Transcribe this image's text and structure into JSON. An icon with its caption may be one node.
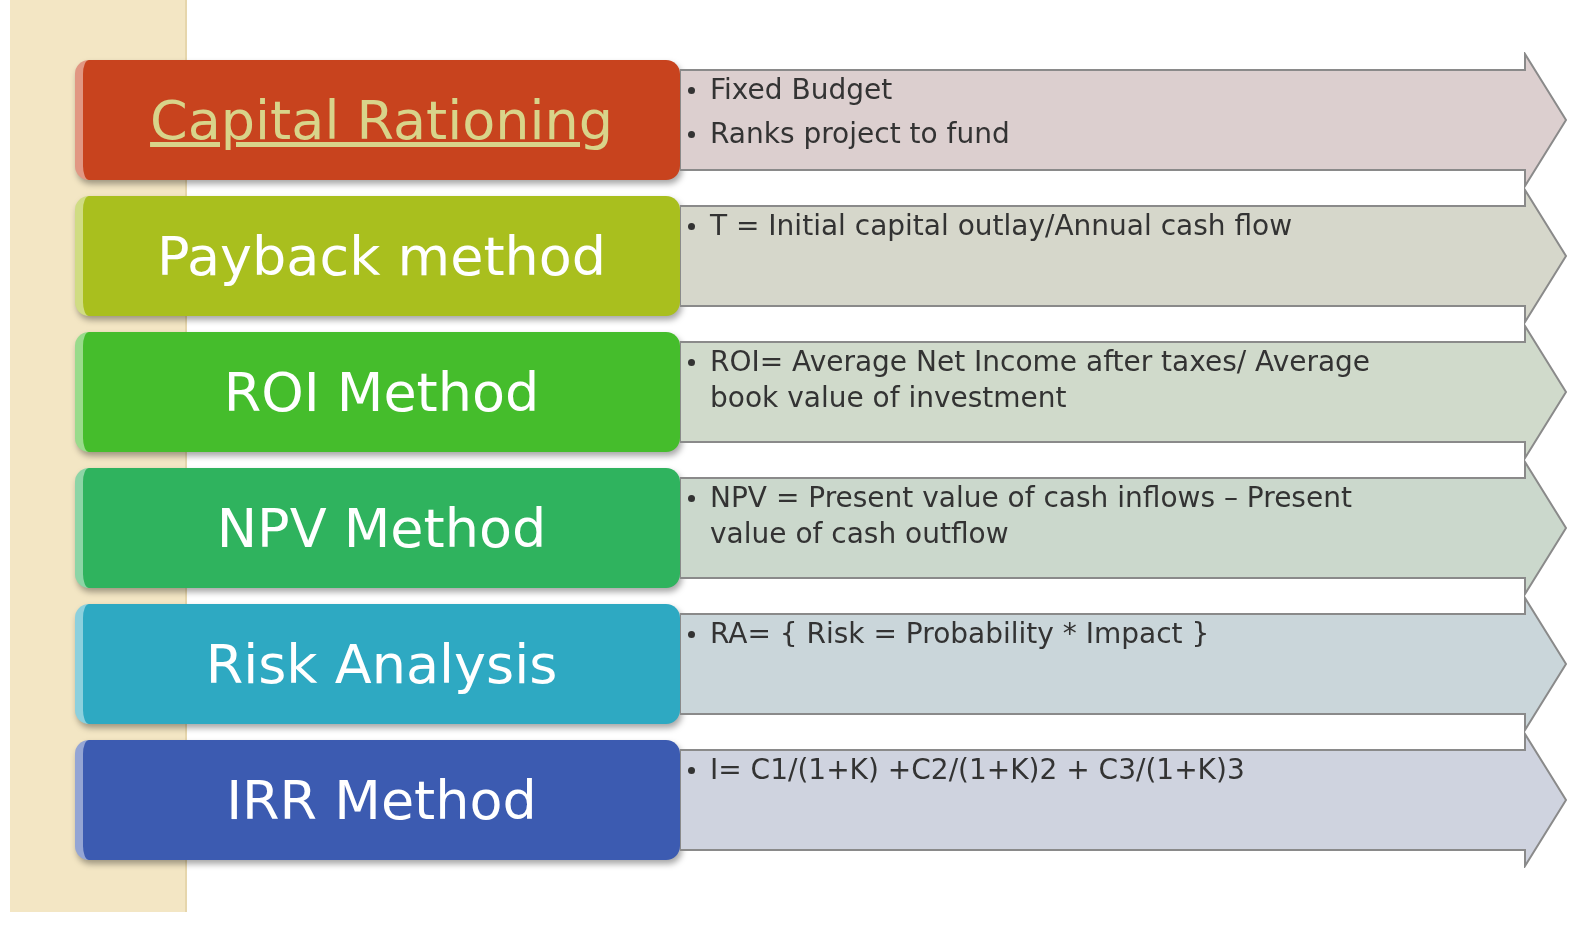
{
  "diagram": {
    "nodes": [
      {
        "text": [
          "Capital Rationing"
        ]
      },
      {
        "text": [
          "Fixed Budget",
          "Ranks project to fund"
        ]
      },
      {
        "text": [
          "Payback method"
        ]
      },
      {
        "text": [
          "T = Initial capital outlay/Annual cash flow"
        ]
      },
      {
        "text": [
          "ROI Method"
        ]
      },
      {
        "text": [
          "ROI= Average Net Income after taxes/ Average book value of investment"
        ]
      },
      {
        "text": [
          "NPV Method"
        ]
      },
      {
        "text": [
          "NPV = Present value of cash inflows – Present value of cash outflow"
        ]
      },
      {
        "text": [
          "Risk Analysis"
        ]
      },
      {
        "text": [
          "RA= { Risk = Probability * Impact }"
        ]
      },
      {
        "text": [
          "IRR Method"
        ]
      },
      {
        "text": [
          "I= C1/(1+K) +C2/(1+K)2 + C3/(1+K)3"
        ]
      },
      {
        "text": [],
        "shape": "bar"
      }
    ],
    "edges": []
  }
}
